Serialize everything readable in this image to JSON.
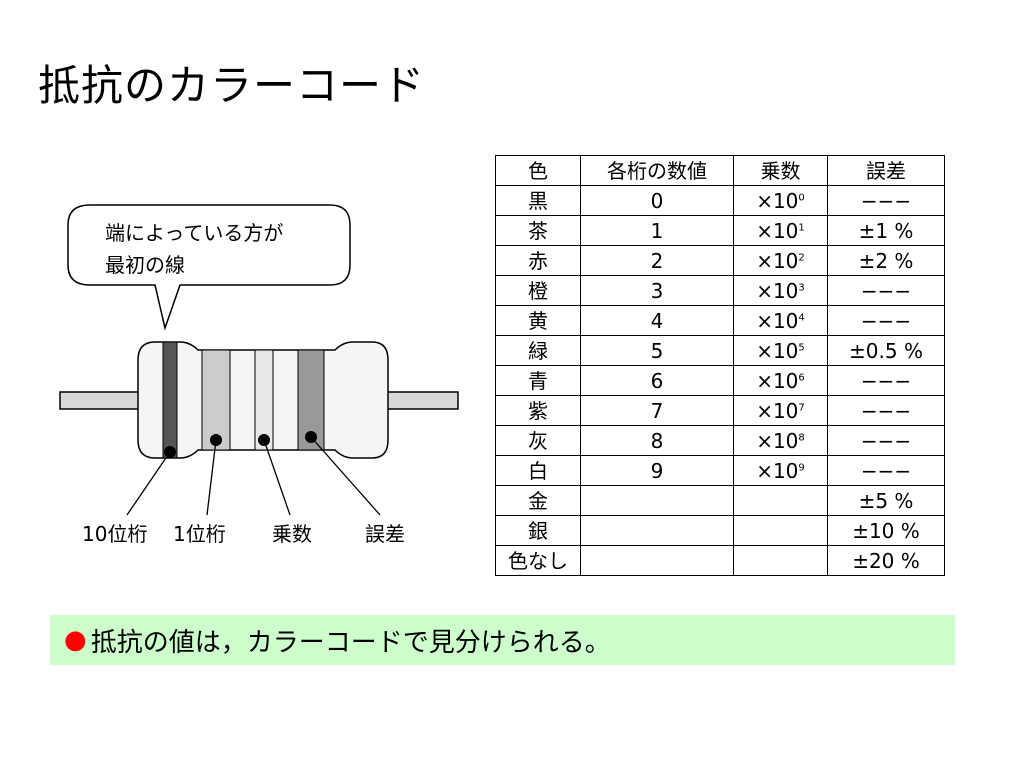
{
  "slide": {
    "title": "抵抗のカラーコード"
  },
  "callout": {
    "line1": "端によっている方が",
    "line2": "最初の線"
  },
  "band_labels": {
    "first_digit": "10位桁",
    "second_digit": "1位桁",
    "multiplier": "乗数",
    "tolerance": "誤差"
  },
  "table": {
    "headers": [
      "色",
      "各桁の数値",
      "乗数",
      "誤差"
    ],
    "multiplier_prefix": "×10",
    "rows": [
      {
        "color": "黒",
        "digit": "0",
        "exp": "0",
        "tolerance": "−−−"
      },
      {
        "color": "茶",
        "digit": "1",
        "exp": "1",
        "tolerance": "±1 %"
      },
      {
        "color": "赤",
        "digit": "2",
        "exp": "2",
        "tolerance": "±2 %"
      },
      {
        "color": "橙",
        "digit": "3",
        "exp": "3",
        "tolerance": "−−−"
      },
      {
        "color": "黄",
        "digit": "4",
        "exp": "4",
        "tolerance": "−−−"
      },
      {
        "color": "緑",
        "digit": "5",
        "exp": "5",
        "tolerance": "±0.5 %"
      },
      {
        "color": "青",
        "digit": "6",
        "exp": "6",
        "tolerance": "−−−"
      },
      {
        "color": "紫",
        "digit": "7",
        "exp": "7",
        "tolerance": "−−−"
      },
      {
        "color": "灰",
        "digit": "8",
        "exp": "8",
        "tolerance": "−−−"
      },
      {
        "color": "白",
        "digit": "9",
        "exp": "9",
        "tolerance": "−−−"
      },
      {
        "color": "金",
        "digit": "",
        "exp": "",
        "tolerance": "±5 %"
      },
      {
        "color": "銀",
        "digit": "",
        "exp": "",
        "tolerance": "±10 %"
      },
      {
        "color": "色なし",
        "digit": "",
        "exp": "",
        "tolerance": "±20 %"
      }
    ]
  },
  "banner": {
    "bullet": "●",
    "text": "抵抗の値は，カラーコードで見分けられる。",
    "background": "#ccffcc",
    "bullet_color": "#ff0000"
  },
  "diagram": {
    "band_fill_colors": [
      "#555555",
      "#cccccc",
      "#e8e8e8",
      "#999999"
    ],
    "body_color": "#f5f5f5",
    "lead_color": "#d9d9d9"
  }
}
